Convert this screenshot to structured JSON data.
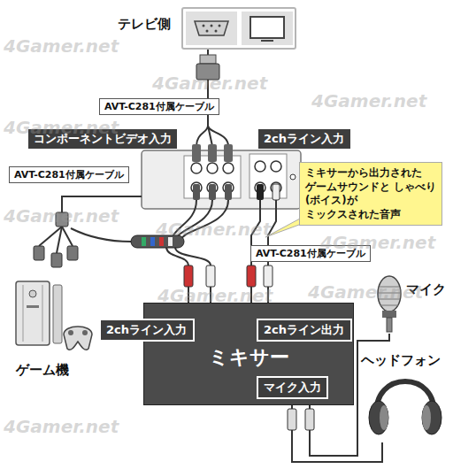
{
  "diagram": {
    "nodes": [
      {
        "text": [
          "テレビ側"
        ]
      },
      {
        "text": [
          "AVT-C281付属ケーブル"
        ]
      },
      {
        "text": [
          "コンポーネントビデオ入力"
        ]
      },
      {
        "text": [
          "2chライン入力"
        ]
      },
      {
        "text": [
          "ミキサーから出力された ゲームサウンドと しゃべり(ボイス)が ミックスされた音声"
        ]
      },
      {
        "text": [
          "AVT-C281付属ケーブル"
        ]
      },
      {
        "text": [
          "AVT-C281付属ケーブル"
        ]
      },
      {
        "text": [
          "ミキサー"
        ]
      },
      {
        "text": [
          "2chライン入力"
        ],
        "in": 7
      },
      {
        "text": [
          "2chライン出力"
        ],
        "in": 7
      },
      {
        "text": [
          "マイク入力"
        ],
        "in": 7
      },
      {
        "text": [
          "ゲーム機"
        ]
      },
      {
        "text": [
          "マイク"
        ]
      },
      {
        "text": [
          "ヘッドフォン"
        ]
      }
    ],
    "edges": [
      {
        "from": 12,
        "to": 10,
        "arrow": "none"
      },
      {
        "from": 13,
        "to": 10,
        "arrow": "none"
      }
    ],
    "labels": [
      "4Gamer.net",
      "4Gamer.net",
      "4Gamer.net",
      "4Gamer.net",
      "4Gamer.net",
      "4Gamer.net",
      "4Gamer.net",
      "4Gamer.net",
      "4Gamer.net",
      "4Gamer.net"
    ]
  }
}
